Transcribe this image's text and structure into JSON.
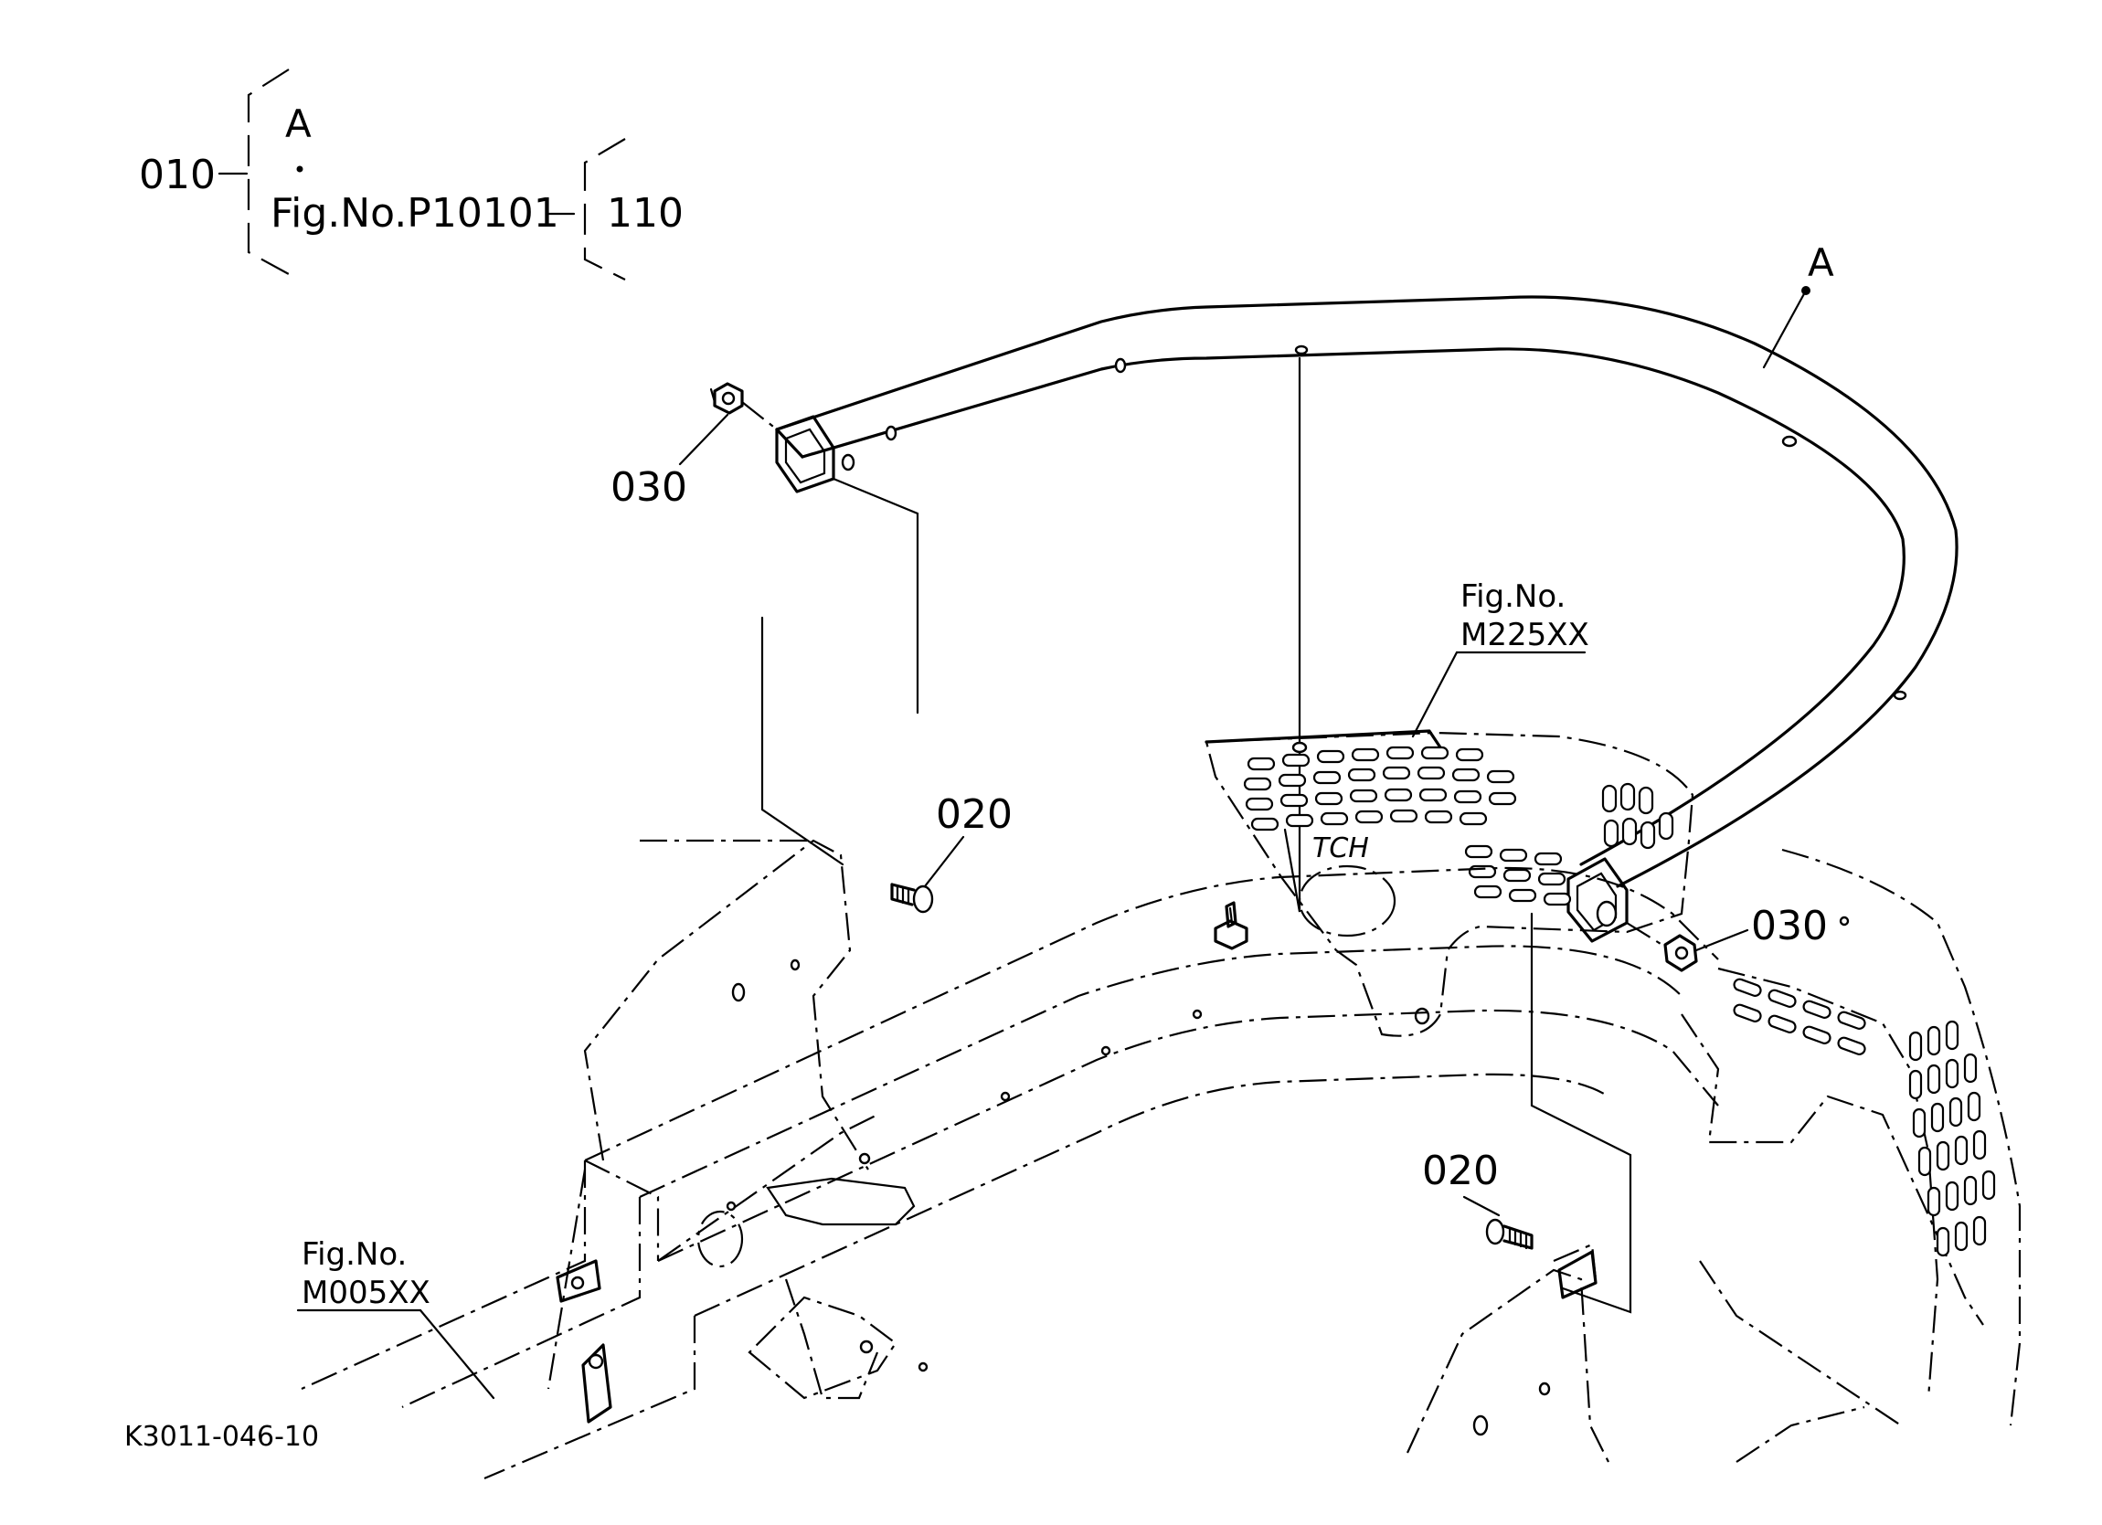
{
  "header_callout": {
    "main_ref": "010",
    "part_label": "A",
    "fig_ref": "Fig.No.P10101",
    "sub_ref": "110"
  },
  "labels": {
    "tube_label": "A",
    "nut_top_left": "030",
    "nut_right": "030",
    "bolt_left": "020",
    "bolt_bottom": "020",
    "fig_m225_line1": "Fig.No.",
    "fig_m225_line2": "M225XX",
    "fig_m005_line1": "Fig.No.",
    "fig_m005_line2": "M005XX",
    "drawing_code": "K3011-046-10",
    "panel_mark": "TCH"
  }
}
